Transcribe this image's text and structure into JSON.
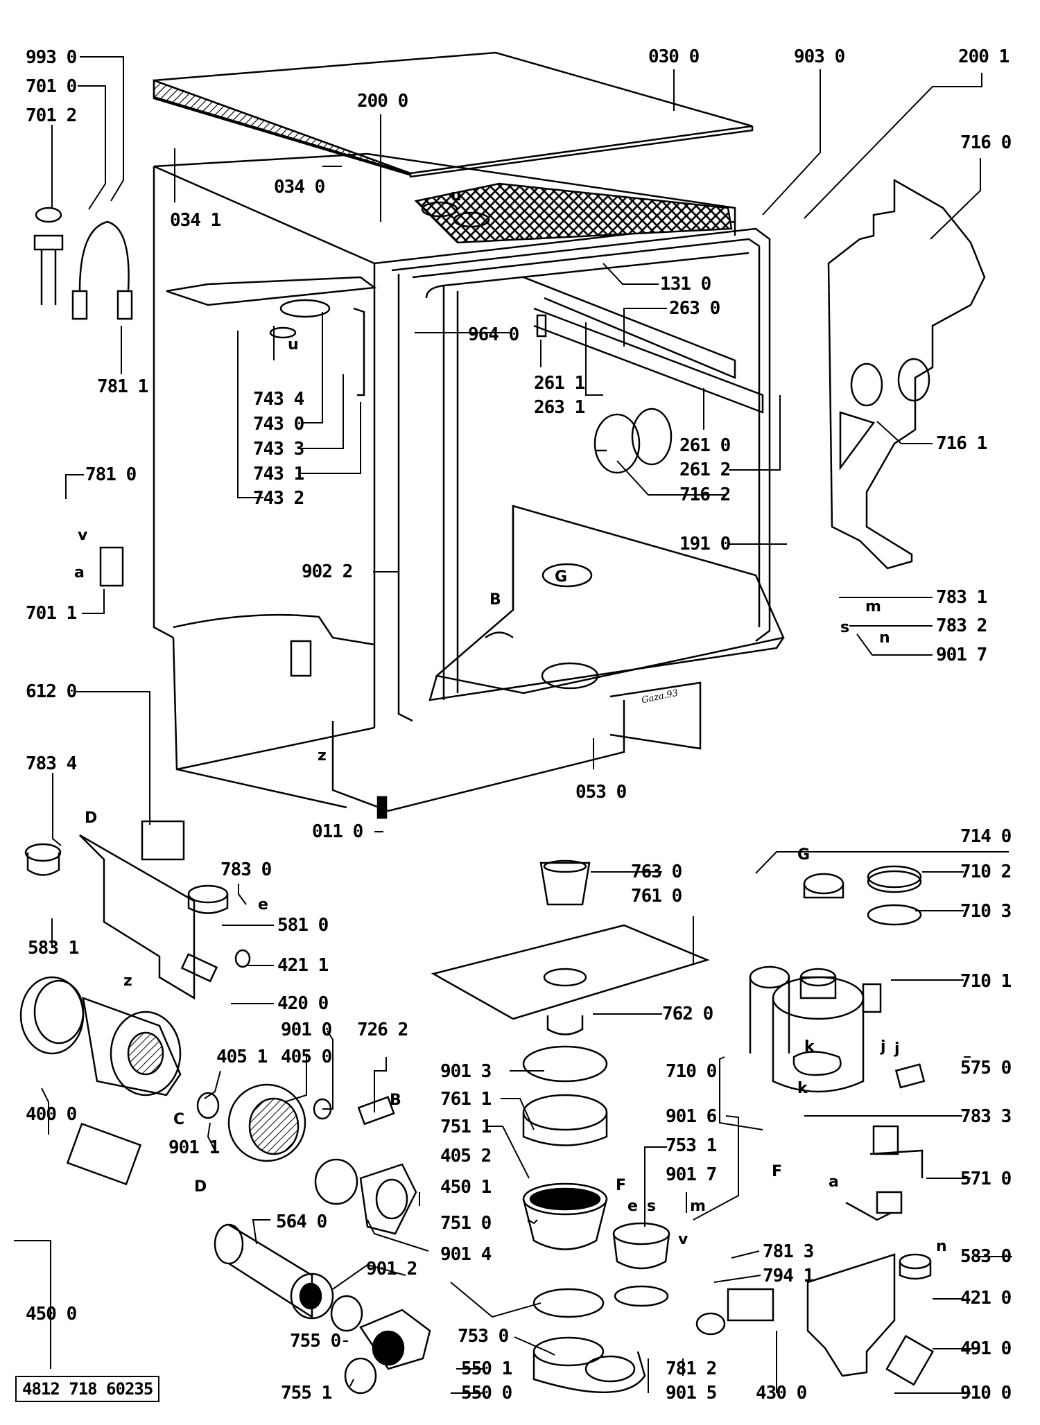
{
  "diagram": {
    "title": "Dishwasher exploded parts diagram",
    "document_number": "4812 718 60235",
    "date_stamp": "Gaza.93",
    "part_labels": [
      {
        "id": "993-0",
        "text": "993 0"
      },
      {
        "id": "701-0",
        "text": "701 0"
      },
      {
        "id": "701-2",
        "text": "701 2"
      },
      {
        "id": "034-1",
        "text": "034 1"
      },
      {
        "id": "034-0",
        "text": "034 0"
      },
      {
        "id": "200-0",
        "text": "200 0"
      },
      {
        "id": "030-0",
        "text": "030 0"
      },
      {
        "id": "903-0",
        "text": "903 0"
      },
      {
        "id": "200-1",
        "text": "200 1"
      },
      {
        "id": "716-0",
        "text": "716 0"
      },
      {
        "id": "131-0",
        "text": "131 0"
      },
      {
        "id": "263-0",
        "text": "263 0"
      },
      {
        "id": "964-0",
        "text": "964 0"
      },
      {
        "id": "261-1",
        "text": "261 1"
      },
      {
        "id": "263-1",
        "text": "263 1"
      },
      {
        "id": "781-1",
        "text": "781 1"
      },
      {
        "id": "743-4",
        "text": "743 4"
      },
      {
        "id": "743-0",
        "text": "743 0"
      },
      {
        "id": "743-3",
        "text": "743 3"
      },
      {
        "id": "743-1",
        "text": "743 1"
      },
      {
        "id": "743-2",
        "text": "743 2"
      },
      {
        "id": "261-0",
        "text": "261 0"
      },
      {
        "id": "261-2",
        "text": "261 2"
      },
      {
        "id": "716-2",
        "text": "716 2"
      },
      {
        "id": "716-1",
        "text": "716 1"
      },
      {
        "id": "781-0",
        "text": "781 0"
      },
      {
        "id": "191-0",
        "text": "191 0"
      },
      {
        "id": "902-2",
        "text": "902 2"
      },
      {
        "id": "783-1",
        "text": "783 1"
      },
      {
        "id": "783-2",
        "text": "783 2"
      },
      {
        "id": "701-1",
        "text": "701 1"
      },
      {
        "id": "901-7a",
        "text": "901 7"
      },
      {
        "id": "612-0",
        "text": "612 0"
      },
      {
        "id": "053-0",
        "text": "053 0"
      },
      {
        "id": "783-4",
        "text": "783 4"
      },
      {
        "id": "011-0",
        "text": "011 0"
      },
      {
        "id": "714-0",
        "text": "714 0"
      },
      {
        "id": "763-0",
        "text": "763 0"
      },
      {
        "id": "710-2",
        "text": "710 2"
      },
      {
        "id": "783-0",
        "text": "783 0"
      },
      {
        "id": "761-0",
        "text": "761 0"
      },
      {
        "id": "581-0",
        "text": "581 0"
      },
      {
        "id": "710-3",
        "text": "710 3"
      },
      {
        "id": "583-1",
        "text": "583 1"
      },
      {
        "id": "421-1",
        "text": "421 1"
      },
      {
        "id": "710-1",
        "text": "710 1"
      },
      {
        "id": "420-0",
        "text": "420 0"
      },
      {
        "id": "762-0",
        "text": "762 0"
      },
      {
        "id": "901-0",
        "text": "901 0"
      },
      {
        "id": "726-2",
        "text": "726 2"
      },
      {
        "id": "405-1",
        "text": "405 1"
      },
      {
        "id": "405-0",
        "text": "405 0"
      },
      {
        "id": "901-3",
        "text": "901 3"
      },
      {
        "id": "710-0",
        "text": "710 0"
      },
      {
        "id": "575-0",
        "text": "575 0"
      },
      {
        "id": "400-0",
        "text": "400 0"
      },
      {
        "id": "761-1",
        "text": "761 1"
      },
      {
        "id": "783-3",
        "text": "783 3"
      },
      {
        "id": "751-1",
        "text": "751 1"
      },
      {
        "id": "901-6",
        "text": "901 6"
      },
      {
        "id": "901-1",
        "text": "901 1"
      },
      {
        "id": "405-2",
        "text": "405 2"
      },
      {
        "id": "753-1",
        "text": "753 1"
      },
      {
        "id": "571-0",
        "text": "571 0"
      },
      {
        "id": "450-1",
        "text": "450 1"
      },
      {
        "id": "901-7b",
        "text": "901 7"
      },
      {
        "id": "564-0",
        "text": "564 0"
      },
      {
        "id": "751-0",
        "text": "751 0"
      },
      {
        "id": "450-0",
        "text": "450 0"
      },
      {
        "id": "901-2",
        "text": "901 2"
      },
      {
        "id": "901-4",
        "text": "901 4"
      },
      {
        "id": "781-3",
        "text": "781 3"
      },
      {
        "id": "583-0",
        "text": "583 0"
      },
      {
        "id": "794-1",
        "text": "794 1"
      },
      {
        "id": "421-0",
        "text": "421 0"
      },
      {
        "id": "755-0",
        "text": "755 0"
      },
      {
        "id": "753-0",
        "text": "753 0"
      },
      {
        "id": "491-0",
        "text": "491 0"
      },
      {
        "id": "550-1",
        "text": "550 1"
      },
      {
        "id": "781-2",
        "text": "781 2"
      },
      {
        "id": "755-1",
        "text": "755 1"
      },
      {
        "id": "550-0",
        "text": "550 0"
      },
      {
        "id": "901-5",
        "text": "901 5"
      },
      {
        "id": "430-0",
        "text": "430 0"
      },
      {
        "id": "910-0",
        "text": "910 0"
      }
    ],
    "connection_letters": [
      "u",
      "u",
      "v",
      "a",
      "B",
      "G",
      "z",
      "z",
      "k",
      "j",
      "s",
      "m",
      "n",
      "D",
      "e",
      "C",
      "B",
      "D",
      "F",
      "e",
      "s",
      "m",
      "v",
      "G",
      "k",
      "j",
      "F",
      "a",
      "n"
    ]
  }
}
